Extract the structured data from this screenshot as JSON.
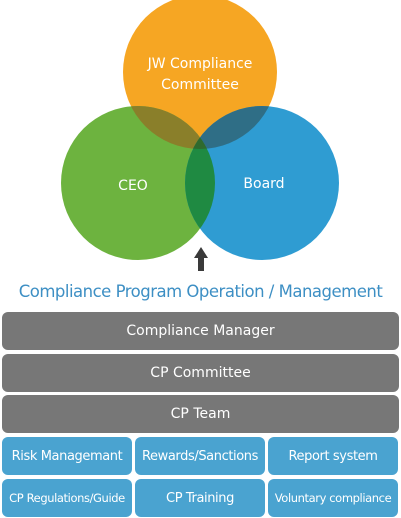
{
  "venn": {
    "top": {
      "label_line1": "JW Compliance",
      "label_line2": "Committee",
      "color": "#f6a623"
    },
    "left": {
      "label": "CEO",
      "color": "#6db33f"
    },
    "right": {
      "label": "Board",
      "color": "#2f9cd2"
    },
    "arrow_icon": "arrow-up-icon"
  },
  "title": "Compliance Program Operation / Management",
  "bars": {
    "manager": "Compliance Manager",
    "committee": "CP Committee",
    "team": "CP Team"
  },
  "grid": {
    "r1c1": "Risk Managemant",
    "r1c2": "Rewards/Sanctions",
    "r1c3": "Report system",
    "r2c1": "CP Regulations/Guide",
    "r2c2": "CP Training",
    "r2c3": "Voluntary compliance"
  },
  "colors": {
    "bar": "#777777",
    "cell": "#4aa3d0",
    "title": "#3d8fc4"
  }
}
